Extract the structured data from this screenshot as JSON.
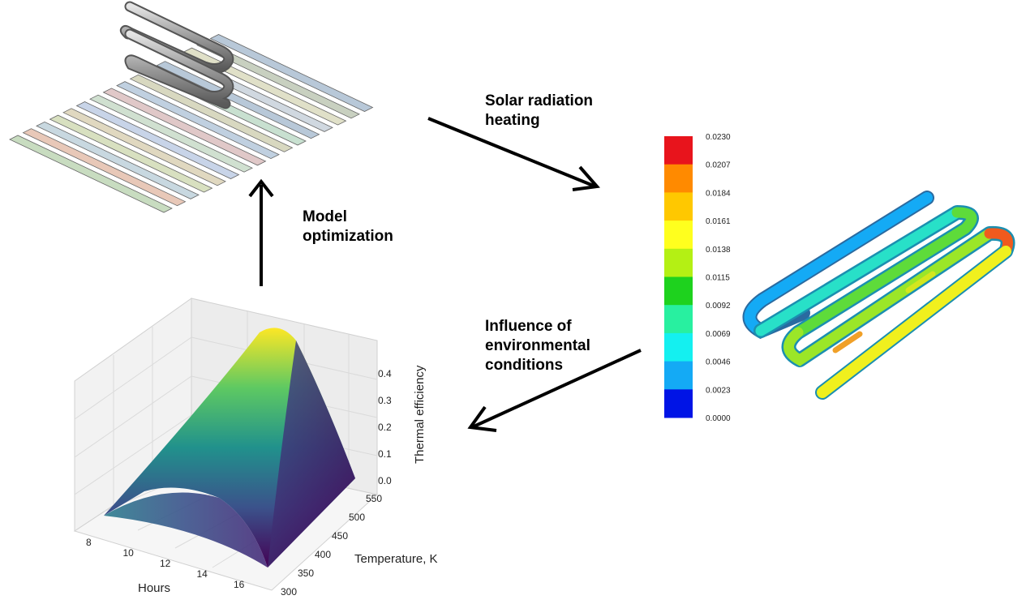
{
  "labels": {
    "solar": [
      "Solar radiation",
      "heating"
    ],
    "model": [
      "Model",
      "optimization"
    ],
    "influence": [
      "Influence of",
      "environmental",
      "conditions"
    ]
  },
  "colorbar": {
    "ticks": [
      "0.0230",
      "0.0207",
      "0.0184",
      "0.0161",
      "0.0138",
      "0.0115",
      "0.0092",
      "0.0069",
      "0.0046",
      "0.0023",
      "0.0000"
    ],
    "colors": [
      "#e8141c",
      "#ff8a00",
      "#ffc800",
      "#ffff1e",
      "#b4f014",
      "#1ed21e",
      "#28f0a0",
      "#14f0f0",
      "#14aaf5",
      "#0014e6"
    ]
  },
  "surface_plot": {
    "xlabel": "Hours",
    "ylabel": "Temperature, K",
    "zlabel": "Thermal efficiency",
    "x_ticks": [
      "8",
      "10",
      "12",
      "14",
      "16"
    ],
    "y_ticks": [
      "300",
      "350",
      "400",
      "450",
      "500",
      "550"
    ],
    "z_ticks": [
      "0.0",
      "0.1",
      "0.2",
      "0.3",
      "0.4"
    ],
    "colormap": [
      "#440154",
      "#3b528b",
      "#21918c",
      "#5ec962",
      "#fde725"
    ]
  },
  "strip_colors": [
    "#c8dcc0",
    "#e8c8b8",
    "#c8d8e0",
    "#d8e0c0",
    "#e0d8c0",
    "#c8d4e8",
    "#d0e0d0",
    "#e0c8c8",
    "#c0d0e0",
    "#d8d8c0",
    "#c8e0d0",
    "#b8c8d8",
    "#d0d8e0",
    "#e0e0c8",
    "#c8d0c0",
    "#b8c8d8"
  ]
}
